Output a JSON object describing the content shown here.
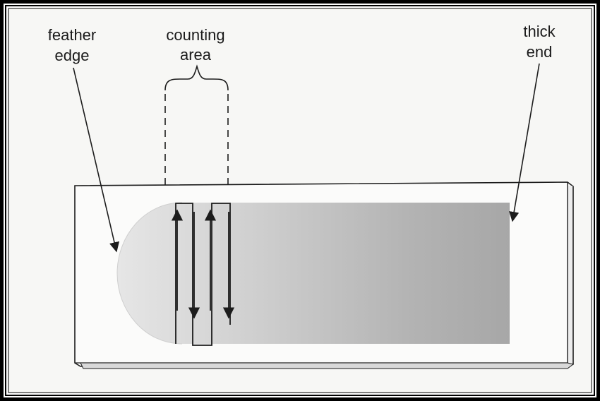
{
  "labels": {
    "feather_edge": [
      "feather",
      "edge"
    ],
    "counting_area": [
      "counting",
      "area"
    ],
    "thick_end": [
      "thick",
      "end"
    ]
  },
  "colors": {
    "outer_frame": "#000000",
    "paper": "#f7f7f5",
    "line": "#1c1c1c",
    "slide_face": "#fbfbfa",
    "smear_light": "#e2e2e2",
    "smear_dark": "#a8a8a8"
  },
  "icons": [
    "arrow-up-icon",
    "arrow-down-icon",
    "pointer-arrow-icon"
  ]
}
